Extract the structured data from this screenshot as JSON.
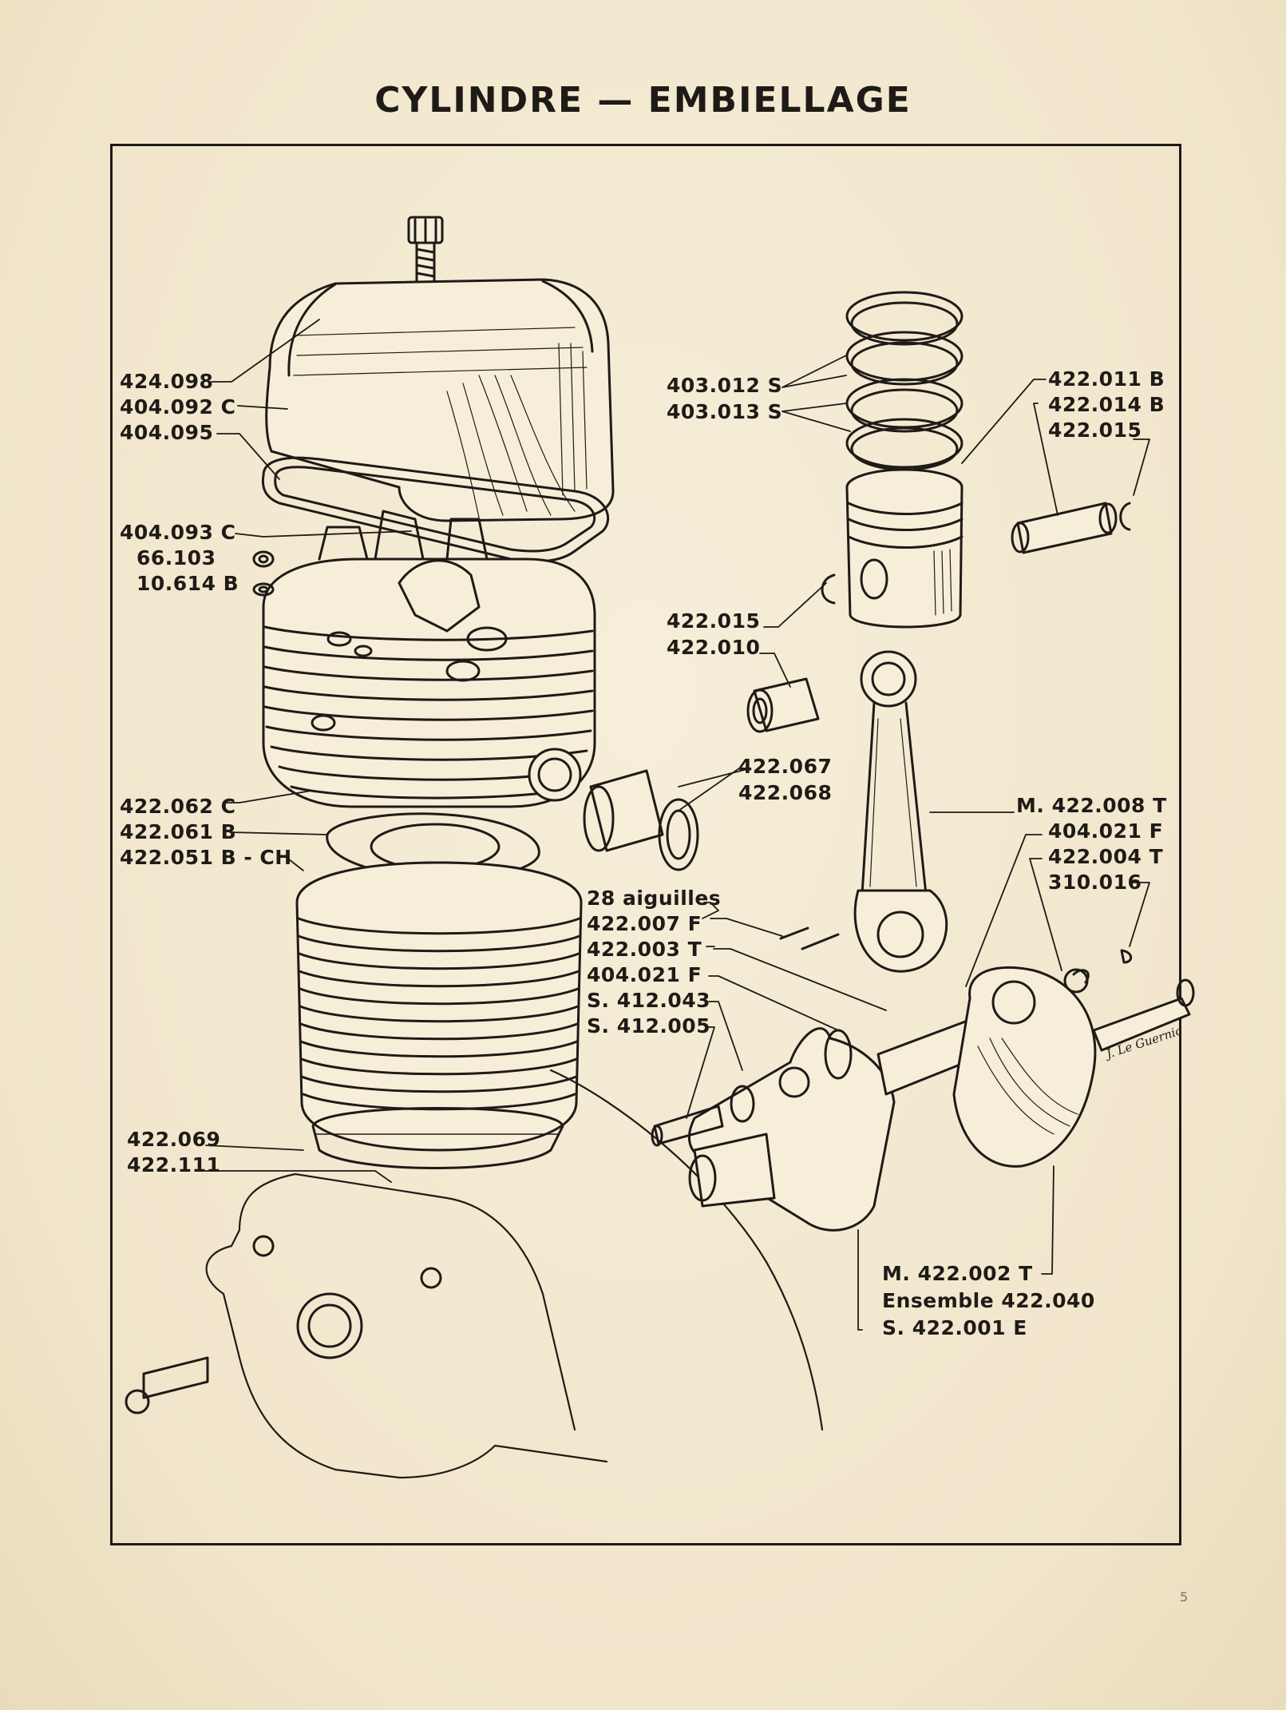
{
  "title": "CYLINDRE — EMBIELLAGE",
  "labels": {
    "l424098": "424.098",
    "l404092c": "404.092 C",
    "l404095": "404.095",
    "l404093c": "404.093 C",
    "l66103": "66.103",
    "l10614b": "10.614 B",
    "l422062c": "422.062 C",
    "l422061b": "422.061 B",
    "l422051b": "422.051 B - CH",
    "l422069": "422.069",
    "l422111": "422.111",
    "l403012s": "403.012 S",
    "l403013s": "403.013 S",
    "l422011b": "422.011 B",
    "l422014b": "422.014 B",
    "l422015a": "422.015",
    "l422015b": "422.015",
    "l422010": "422.010",
    "l422067": "422.067",
    "l422068": "422.068",
    "lM422008t": "M. 422.008 T",
    "l404021fa": "404.021 F",
    "l422004t": "422.004 T",
    "l310016": "310.016",
    "l28aig": "28 aiguilles",
    "l422007f": "422.007 F",
    "l422003t": "422.003 T",
    "l404021fb": "404.021 F",
    "lS412043": "S. 412.043",
    "lS412005": "S. 412.005",
    "lM422002t": "M. 422.002 T",
    "lEnsemble": "Ensemble 422.040",
    "lS422001e": "S. 422.001 E"
  },
  "signature": "J. Le Guernic",
  "page_number": "5"
}
